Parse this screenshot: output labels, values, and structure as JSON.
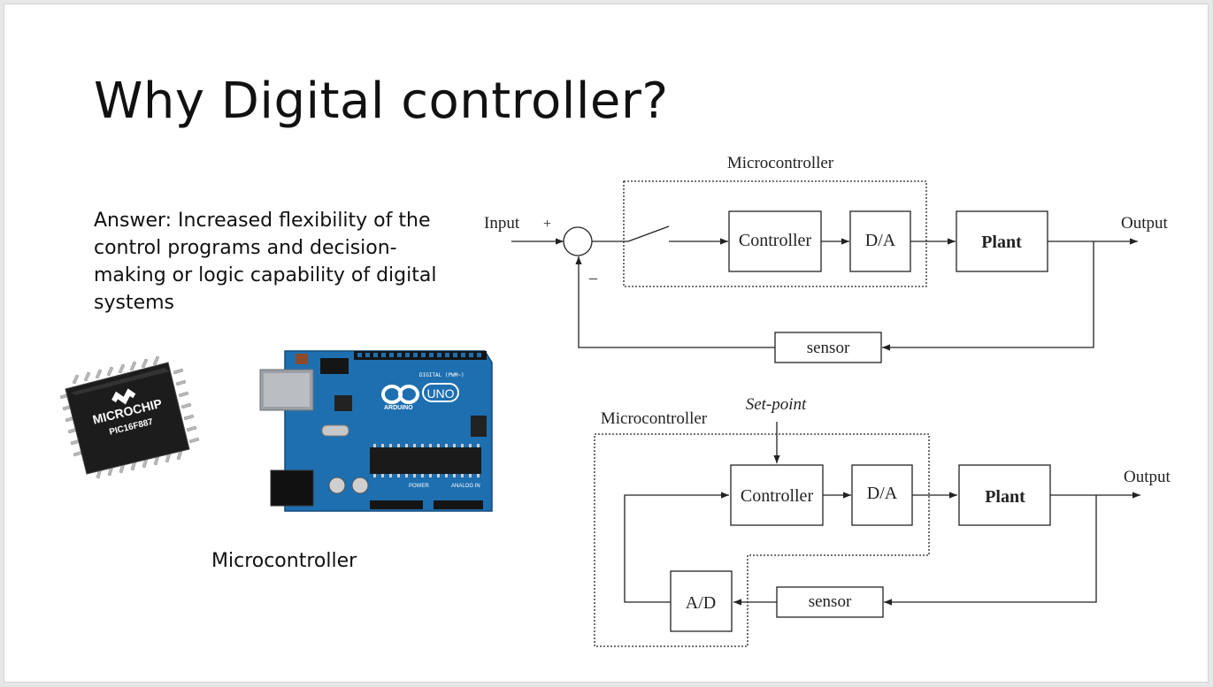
{
  "slide": {
    "title": "Why Digital controller?",
    "answer": "Answer: Increased flexibility of the control programs and decision-making or logic capability of digital systems",
    "caption": "Microcontroller"
  },
  "images": {
    "chip": {
      "brand": "MICROCHIP",
      "part": "PIC16F887"
    },
    "board": {
      "logo": "UNO",
      "brand": "ARDUINO",
      "header_label": "DIGITAL (PWM~)",
      "power_label": "POWER",
      "analog_label": "ANALOG IN"
    }
  },
  "diagram1": {
    "title": "Microcontroller",
    "input": "Input",
    "plus": "+",
    "minus": "–",
    "controller": "Controller",
    "da": "D/A",
    "plant": "Plant",
    "output": "Output",
    "sensor": "sensor"
  },
  "diagram2": {
    "title": "Microcontroller",
    "setpoint": "Set-point",
    "controller": "Controller",
    "da": "D/A",
    "plant": "Plant",
    "output": "Output",
    "ad": "A/D",
    "sensor": "sensor"
  },
  "colors": {
    "board": "#1e6fb0",
    "chip": "#1c1c1c",
    "line": "#222222"
  }
}
